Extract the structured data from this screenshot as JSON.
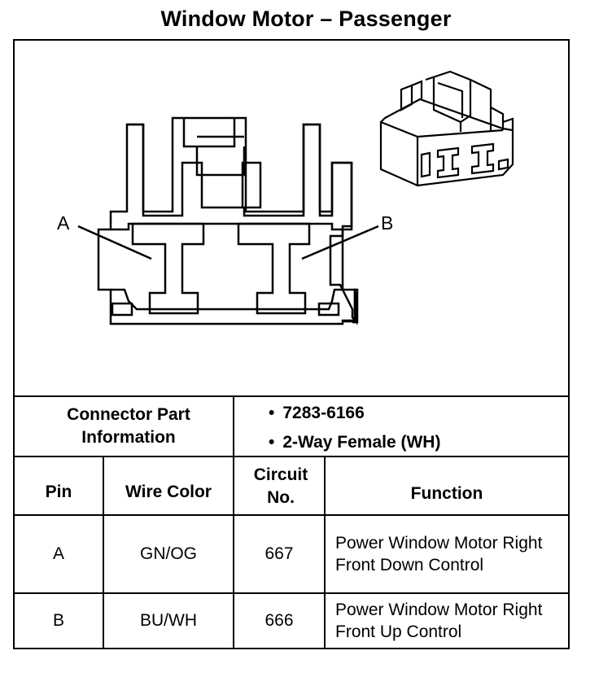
{
  "title": "Window Motor – Passenger",
  "diagram": {
    "pin_a": "A",
    "pin_b": "B"
  },
  "part_info": {
    "label": "Connector Part Information",
    "items": [
      "7283-6166",
      "2-Way Female (WH)"
    ]
  },
  "table": {
    "headers": {
      "pin": "Pin",
      "wire": "Wire Color",
      "circuit": "Circuit No.",
      "function": "Function"
    },
    "rows": [
      {
        "pin": "A",
        "wire": "GN/OG",
        "circuit": "667",
        "function": "Power Window Motor Right Front Down Control"
      },
      {
        "pin": "B",
        "wire": "BU/WH",
        "circuit": "666",
        "function": "Power Window Motor Right Front Up Control"
      }
    ]
  }
}
